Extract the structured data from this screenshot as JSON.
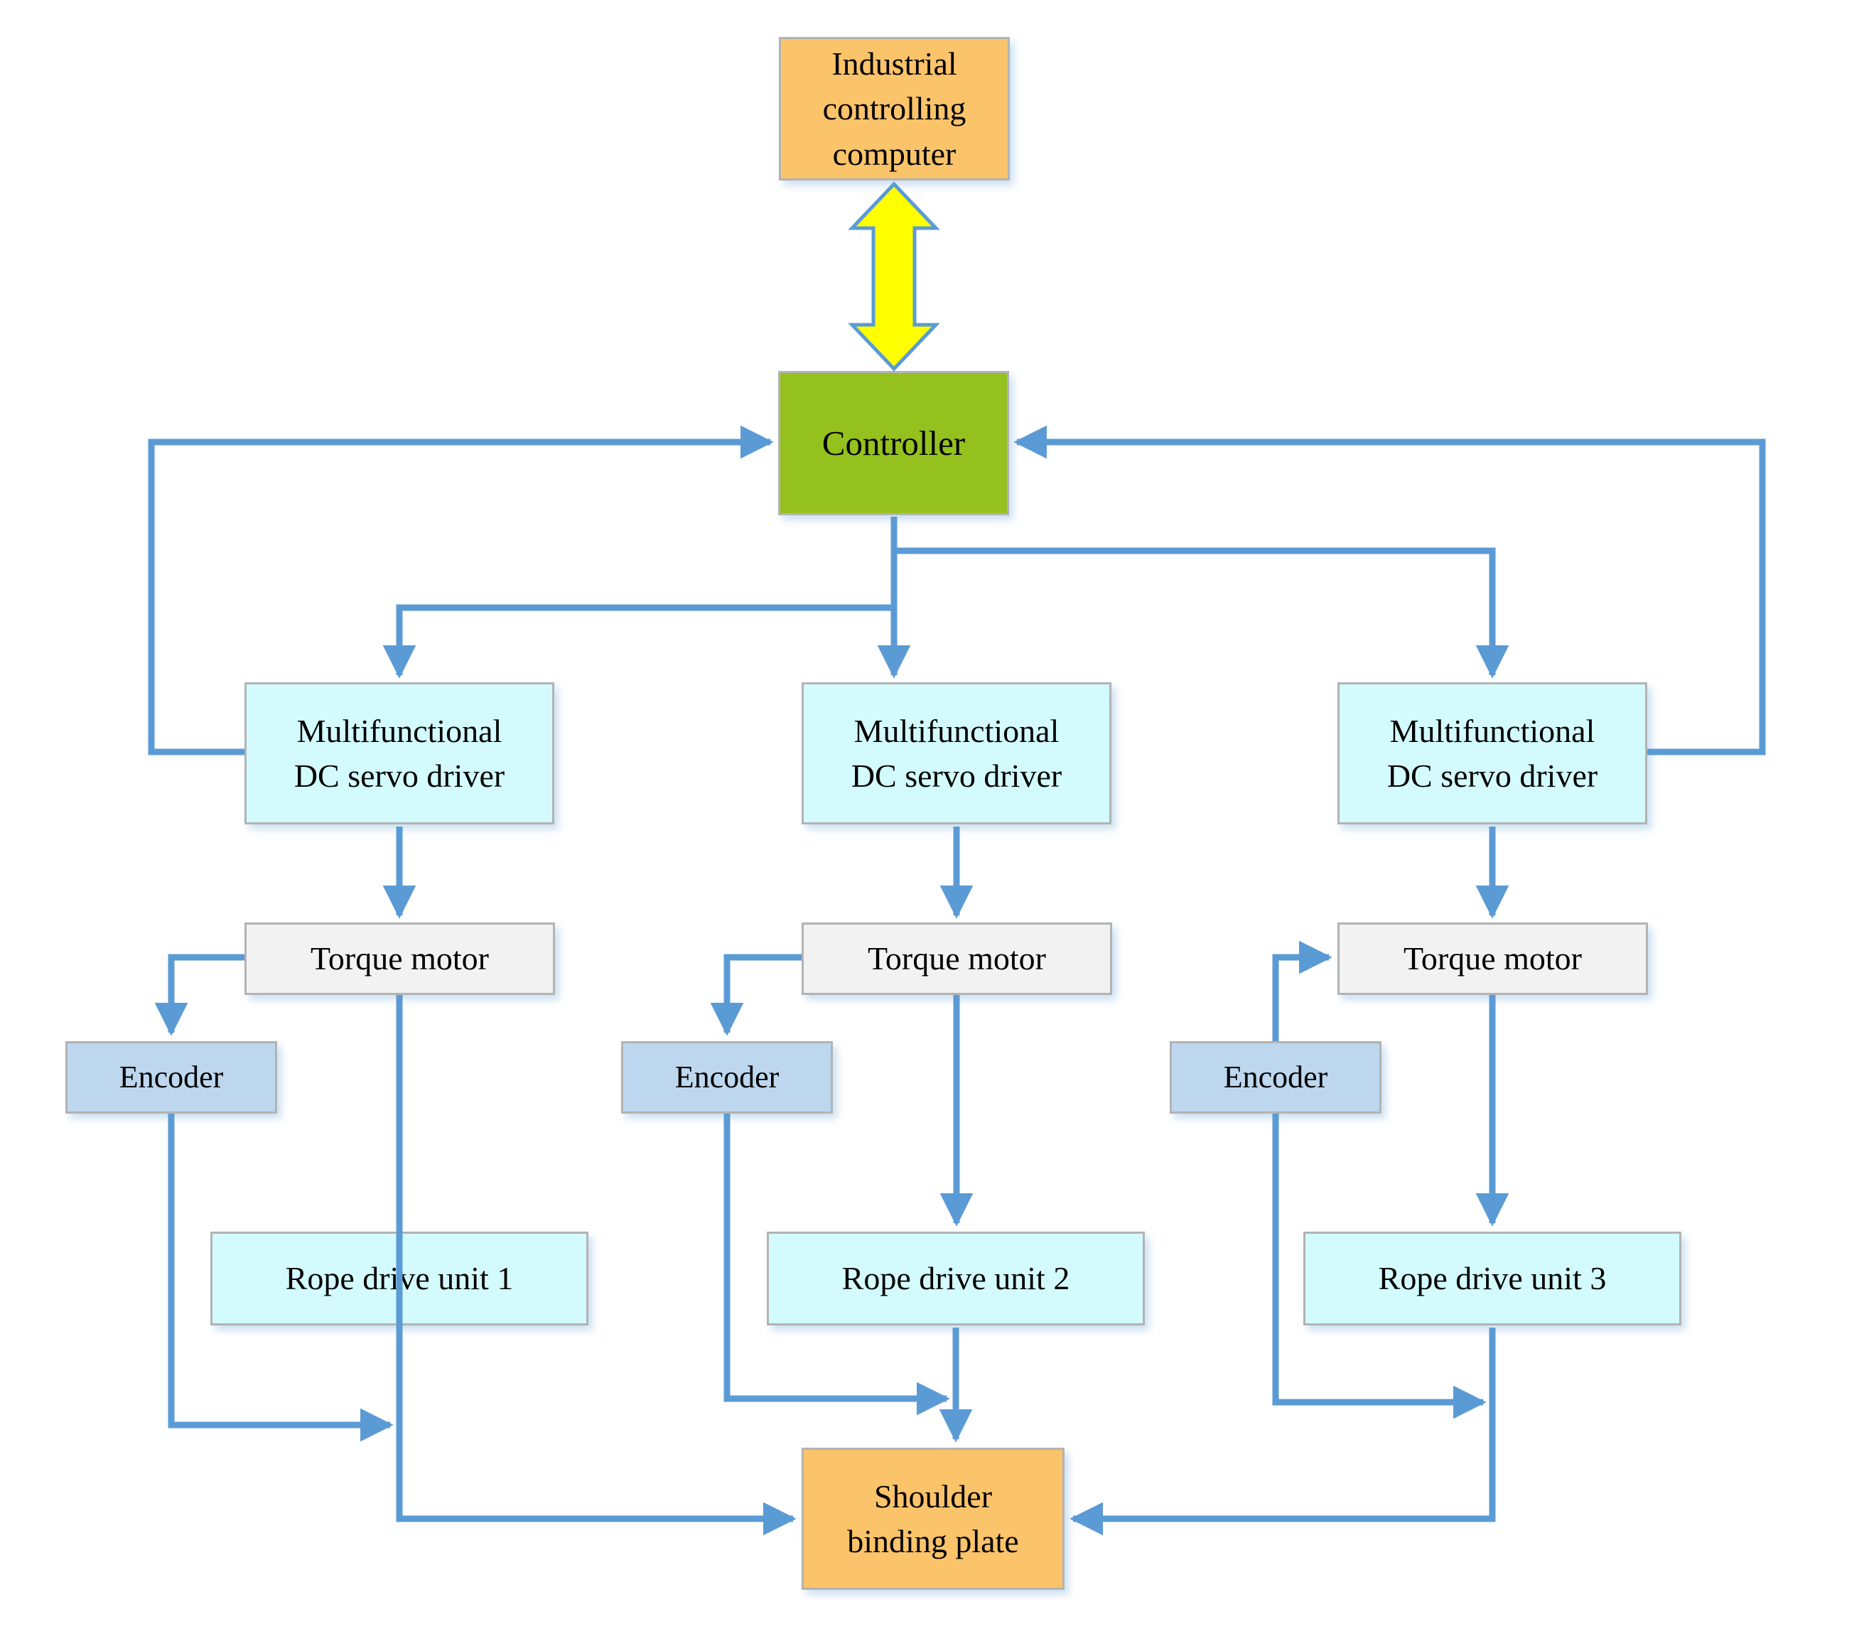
{
  "palette": {
    "connector_blue": "#5B9BD5",
    "box_border_gray": "#B3B3B3",
    "orange_fill": "#FBC36A",
    "green_fill": "#95C11F",
    "cyan_fill": "#D3FBFD",
    "light_gray_fill": "#F2F2F2",
    "light_blue_fill": "#BDD7EE",
    "yellow_arrow_fill": "#FFFF00",
    "text_color": "#000000"
  },
  "nodes": {
    "industrial_computer": {
      "label": "Industrial controlling computer",
      "lines": [
        "Industrial",
        "controlling",
        "computer"
      ],
      "fill": "#FBC36A"
    },
    "controller": {
      "label": "Controller",
      "lines": [
        "Controller"
      ],
      "fill": "#95C11F"
    },
    "driver1": {
      "label": "Multifunctional DC servo driver",
      "lines": [
        "Multifunctional",
        "DC servo driver"
      ],
      "fill": "#D3FBFD"
    },
    "driver2": {
      "label": "Multifunctional DC servo driver",
      "lines": [
        "Multifunctional",
        "DC servo driver"
      ],
      "fill": "#D3FBFD"
    },
    "driver3": {
      "label": "Multifunctional DC servo driver",
      "lines": [
        "Multifunctional",
        "DC servo driver"
      ],
      "fill": "#D3FBFD"
    },
    "torque1": {
      "label": "Torque motor",
      "lines": [
        "Torque motor"
      ],
      "fill": "#F2F2F2"
    },
    "torque2": {
      "label": "Torque motor",
      "lines": [
        "Torque motor"
      ],
      "fill": "#F2F2F2"
    },
    "torque3": {
      "label": "Torque motor",
      "lines": [
        "Torque motor"
      ],
      "fill": "#F2F2F2"
    },
    "encoder1": {
      "label": "Encoder",
      "lines": [
        "Encoder"
      ],
      "fill": "#BDD7EE"
    },
    "encoder2": {
      "label": "Encoder",
      "lines": [
        "Encoder"
      ],
      "fill": "#BDD7EE"
    },
    "encoder3": {
      "label": "Encoder",
      "lines": [
        "Encoder"
      ],
      "fill": "#BDD7EE"
    },
    "rope1": {
      "label": "Rope drive unit 1",
      "lines": [
        "Rope drive unit 1"
      ],
      "fill": "#D3FBFD"
    },
    "rope2": {
      "label": "Rope drive unit 2",
      "lines": [
        "Rope drive unit 2"
      ],
      "fill": "#D3FBFD"
    },
    "rope3": {
      "label": "Rope drive unit 3",
      "lines": [
        "Rope drive unit 3"
      ],
      "fill": "#D3FBFD"
    },
    "shoulder_plate": {
      "label": "Shoulder binding plate",
      "lines": [
        "Shoulder",
        "binding plate"
      ],
      "fill": "#FBC36A"
    }
  },
  "edges": [
    {
      "from": "industrial_computer",
      "to": "controller",
      "type": "bidirectional-block-arrow",
      "color": "#FFFF00"
    },
    {
      "from": "controller",
      "to": "driver1",
      "type": "arrow"
    },
    {
      "from": "controller",
      "to": "driver2",
      "type": "arrow"
    },
    {
      "from": "controller",
      "to": "driver3",
      "type": "arrow"
    },
    {
      "from": "driver1",
      "to": "controller",
      "type": "feedback-arrow"
    },
    {
      "from": "driver3",
      "to": "controller",
      "type": "feedback-arrow"
    },
    {
      "from": "driver1",
      "to": "torque1",
      "type": "arrow"
    },
    {
      "from": "driver2",
      "to": "torque2",
      "type": "arrow"
    },
    {
      "from": "driver3",
      "to": "torque3",
      "type": "arrow"
    },
    {
      "from": "torque1",
      "to": "encoder1",
      "type": "arrow"
    },
    {
      "from": "torque2",
      "to": "encoder2",
      "type": "arrow"
    },
    {
      "from": "encoder3",
      "to": "torque3",
      "type": "arrow"
    },
    {
      "from": "torque1",
      "to": "shoulder_plate",
      "type": "arrow-through-rope1"
    },
    {
      "from": "torque2",
      "to": "rope2",
      "type": "arrow"
    },
    {
      "from": "rope2",
      "to": "shoulder_plate",
      "type": "arrow"
    },
    {
      "from": "torque3",
      "to": "rope3",
      "type": "arrow"
    },
    {
      "from": "rope3",
      "to": "shoulder_plate",
      "type": "arrow"
    },
    {
      "from": "encoder1",
      "to": "rope1-plate-line",
      "type": "join-arrow"
    },
    {
      "from": "encoder2",
      "to": "rope2-plate-line",
      "type": "join-arrow"
    },
    {
      "from": "encoder3",
      "to": "rope3-plate-line",
      "type": "join-arrow"
    }
  ]
}
